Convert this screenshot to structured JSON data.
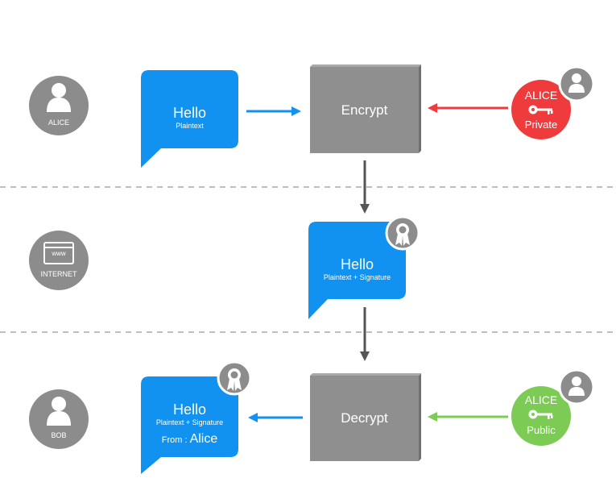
{
  "colors": {
    "actor_circle": "#8c8c8c",
    "bubble_blue": "#1192f0",
    "box_gray": "#8f8f8f",
    "private_red": "#ef3b3b",
    "public_green": "#7ccb54",
    "arrow_blue": "#1192f0",
    "arrow_red": "#ef3b3b",
    "arrow_green": "#7ccb54",
    "arrow_dark": "#555555",
    "divider": "#a9a9a9"
  },
  "actors": {
    "alice": {
      "label": "ALICE",
      "icon": "user-icon"
    },
    "internet": {
      "label": "INTERNET",
      "icon": "browser-window-icon",
      "window_text": "www"
    },
    "bob": {
      "label": "BOB",
      "icon": "user-icon"
    }
  },
  "messages": {
    "plaintext": {
      "title": "Hello",
      "subtitle": "Plaintext"
    },
    "signed": {
      "title": "Hello",
      "subtitle": "Plaintext + Signature",
      "badge_icon": "award-ribbon-icon"
    },
    "verified": {
      "title": "Hello",
      "subtitle": "Plaintext + Signature",
      "from_prefix": "From :",
      "from_name": "Alice",
      "badge_icon": "award-ribbon-icon"
    }
  },
  "processes": {
    "encrypt": {
      "label": "Encrypt"
    },
    "decrypt": {
      "label": "Decrypt"
    }
  },
  "keys": {
    "private": {
      "owner": "ALICE",
      "type": "Private",
      "icon": "key-icon",
      "badge_icon": "user-icon"
    },
    "public": {
      "owner": "ALICE",
      "type": "Public",
      "icon": "key-icon",
      "badge_icon": "user-icon"
    }
  }
}
